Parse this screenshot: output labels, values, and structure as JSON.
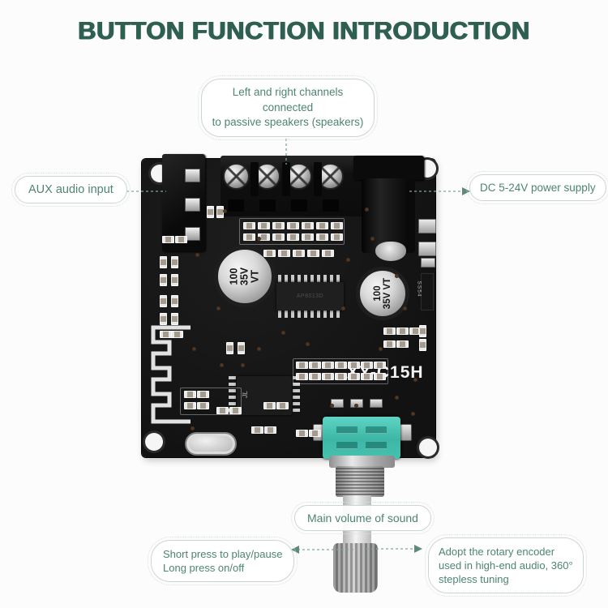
{
  "title": "BUTTON FUNCTION INTRODUCTION",
  "callouts": {
    "speakers": [
      "Left and right channels connected",
      "to passive speakers (speakers)"
    ],
    "aux": "AUX audio input",
    "power": "DC 5-24V power supply",
    "volume": "Main volume of sound",
    "press": [
      "Short press to play/pause",
      "Long press on/off"
    ],
    "rotary": [
      "Adopt the rotary encoder",
      "used in high-end audio, 360°",
      "stepless tuning"
    ]
  },
  "board": {
    "model": "XY-C15H",
    "capacitor_label": "100 35V VT",
    "main_chip": "AP8013D",
    "bt_chip_logo": "JL",
    "diode": "SS54"
  },
  "colors": {
    "title": "#2f5f51",
    "callout_text": "#4d8474",
    "callout_border": "#ccd6d1",
    "arrow": "#7fa89a",
    "board": "#161616",
    "pot_teal": "#45c6b4"
  }
}
